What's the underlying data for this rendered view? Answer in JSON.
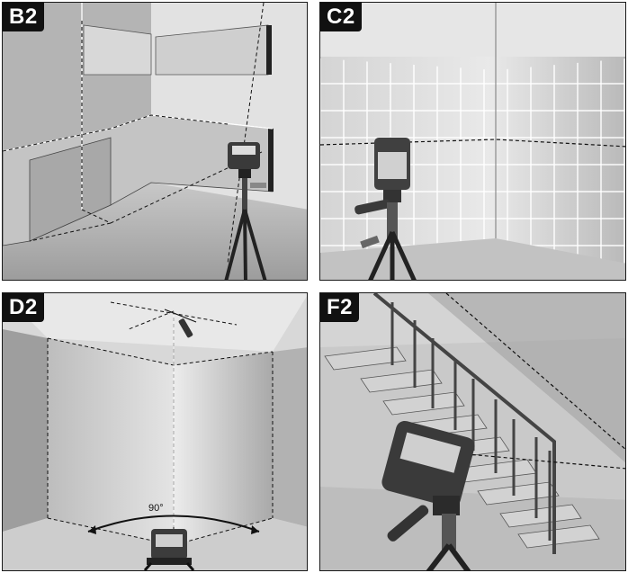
{
  "panels": [
    {
      "id": "B2",
      "label": "B2"
    },
    {
      "id": "C2",
      "label": "C2"
    },
    {
      "id": "D2",
      "label": "D2",
      "angle_label": "90°"
    },
    {
      "id": "F2",
      "label": "F2"
    }
  ],
  "colors": {
    "border": "#1a1a1a",
    "label_bg": "#111111",
    "label_text": "#ffffff",
    "laser_line": "#ffffff"
  }
}
